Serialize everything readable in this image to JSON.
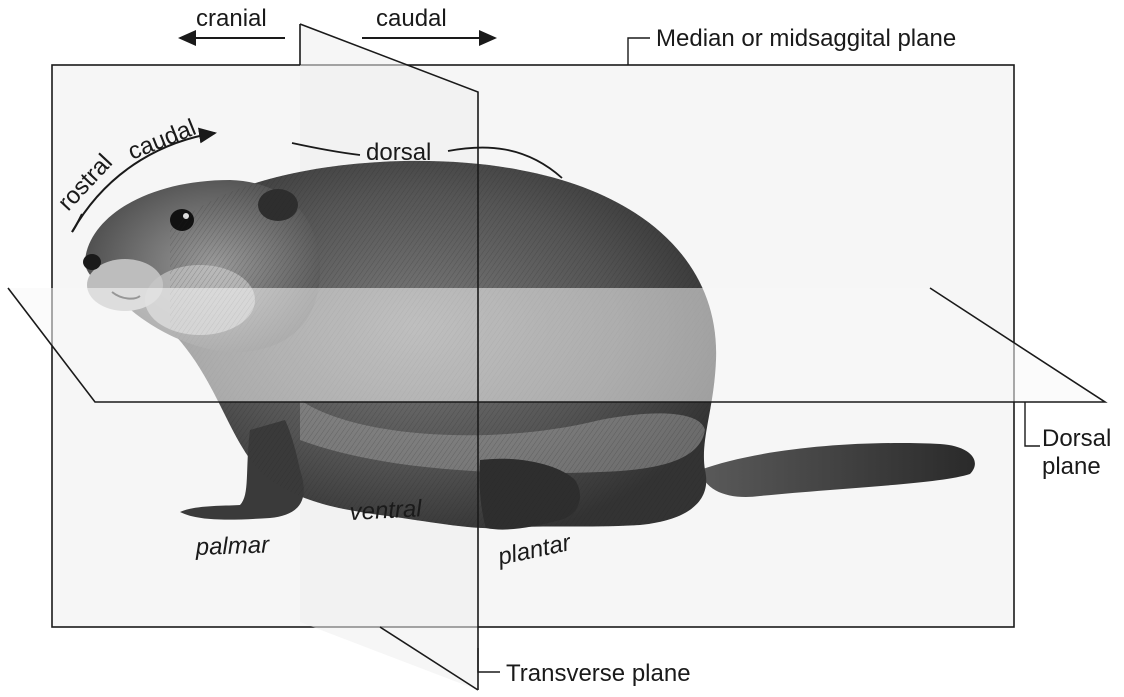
{
  "labels": {
    "cranial": "cranial",
    "caudal_top": "caudal",
    "median_plane": "Median or midsaggital plane",
    "rostral": "rostral",
    "caudal_head": "caudal",
    "dorsal": "dorsal",
    "dorsal_plane_line1": "Dorsal",
    "dorsal_plane_line2": "plane",
    "ventral": "ventral",
    "palmar": "palmar",
    "plantar": "plantar",
    "transverse_plane": "Transverse plane"
  },
  "colors": {
    "line": "#1a1a1a",
    "fur_dark": "#3a3a3a",
    "fur_mid": "#6b6b6b",
    "plane_tint": "#f2f2f2"
  }
}
